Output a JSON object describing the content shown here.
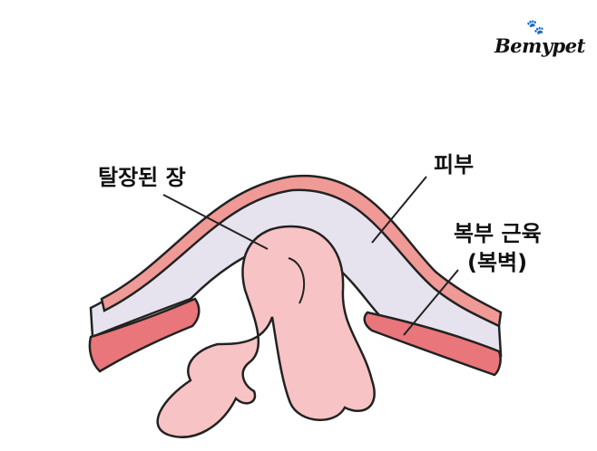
{
  "logo": {
    "text": "Bemypet",
    "icon": "paw-icon"
  },
  "labels": {
    "herniated_intestine": "탈장된 장",
    "skin": "피부",
    "abdominal_muscle": "복부 근육",
    "abdominal_wall": "(복벽)"
  },
  "colors": {
    "fat": "#e7e3ee",
    "skin": "#ef9a96",
    "muscle": "#e9767b",
    "intestine": "#f7c3c4",
    "outline": "#222222"
  }
}
